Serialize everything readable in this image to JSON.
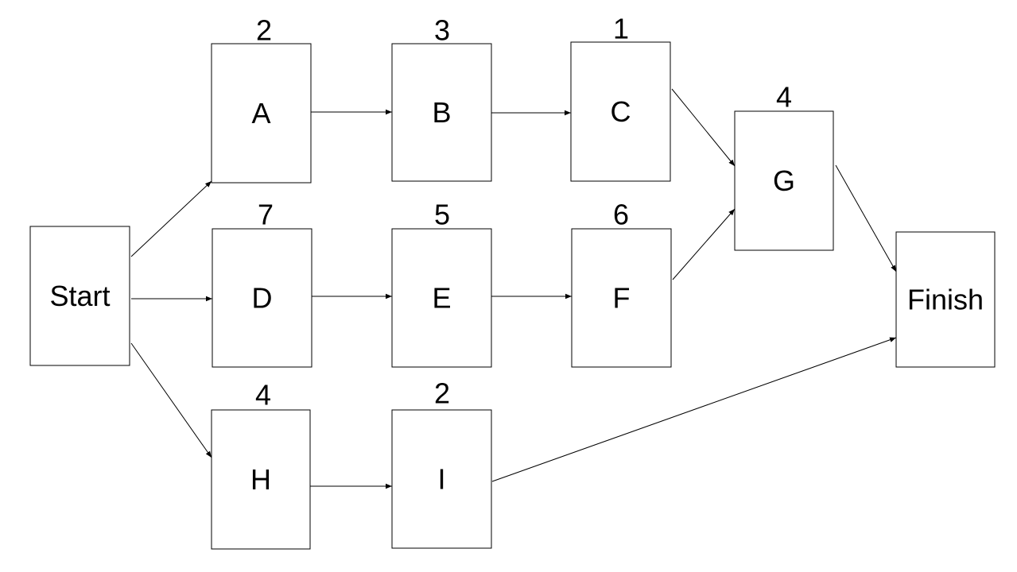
{
  "diagram": {
    "type": "activity-network",
    "nodes": [
      {
        "id": "start",
        "label": "Start"
      },
      {
        "id": "A",
        "label": "A",
        "duration": "2"
      },
      {
        "id": "B",
        "label": "B",
        "duration": "3"
      },
      {
        "id": "C",
        "label": "C",
        "duration": "1"
      },
      {
        "id": "D",
        "label": "D",
        "duration": "7"
      },
      {
        "id": "E",
        "label": "E",
        "duration": "5"
      },
      {
        "id": "F",
        "label": "F",
        "duration": "6"
      },
      {
        "id": "G",
        "label": "G",
        "duration": "4"
      },
      {
        "id": "H",
        "label": "H",
        "duration": "4"
      },
      {
        "id": "I",
        "label": "I",
        "duration": "2"
      },
      {
        "id": "finish",
        "label": "Finish"
      }
    ],
    "edges": [
      {
        "from": "start",
        "to": "A"
      },
      {
        "from": "start",
        "to": "D"
      },
      {
        "from": "start",
        "to": "H"
      },
      {
        "from": "A",
        "to": "B"
      },
      {
        "from": "B",
        "to": "C"
      },
      {
        "from": "C",
        "to": "G"
      },
      {
        "from": "D",
        "to": "E"
      },
      {
        "from": "E",
        "to": "F"
      },
      {
        "from": "F",
        "to": "G"
      },
      {
        "from": "H",
        "to": "I"
      },
      {
        "from": "G",
        "to": "finish"
      },
      {
        "from": "I",
        "to": "finish"
      }
    ]
  }
}
